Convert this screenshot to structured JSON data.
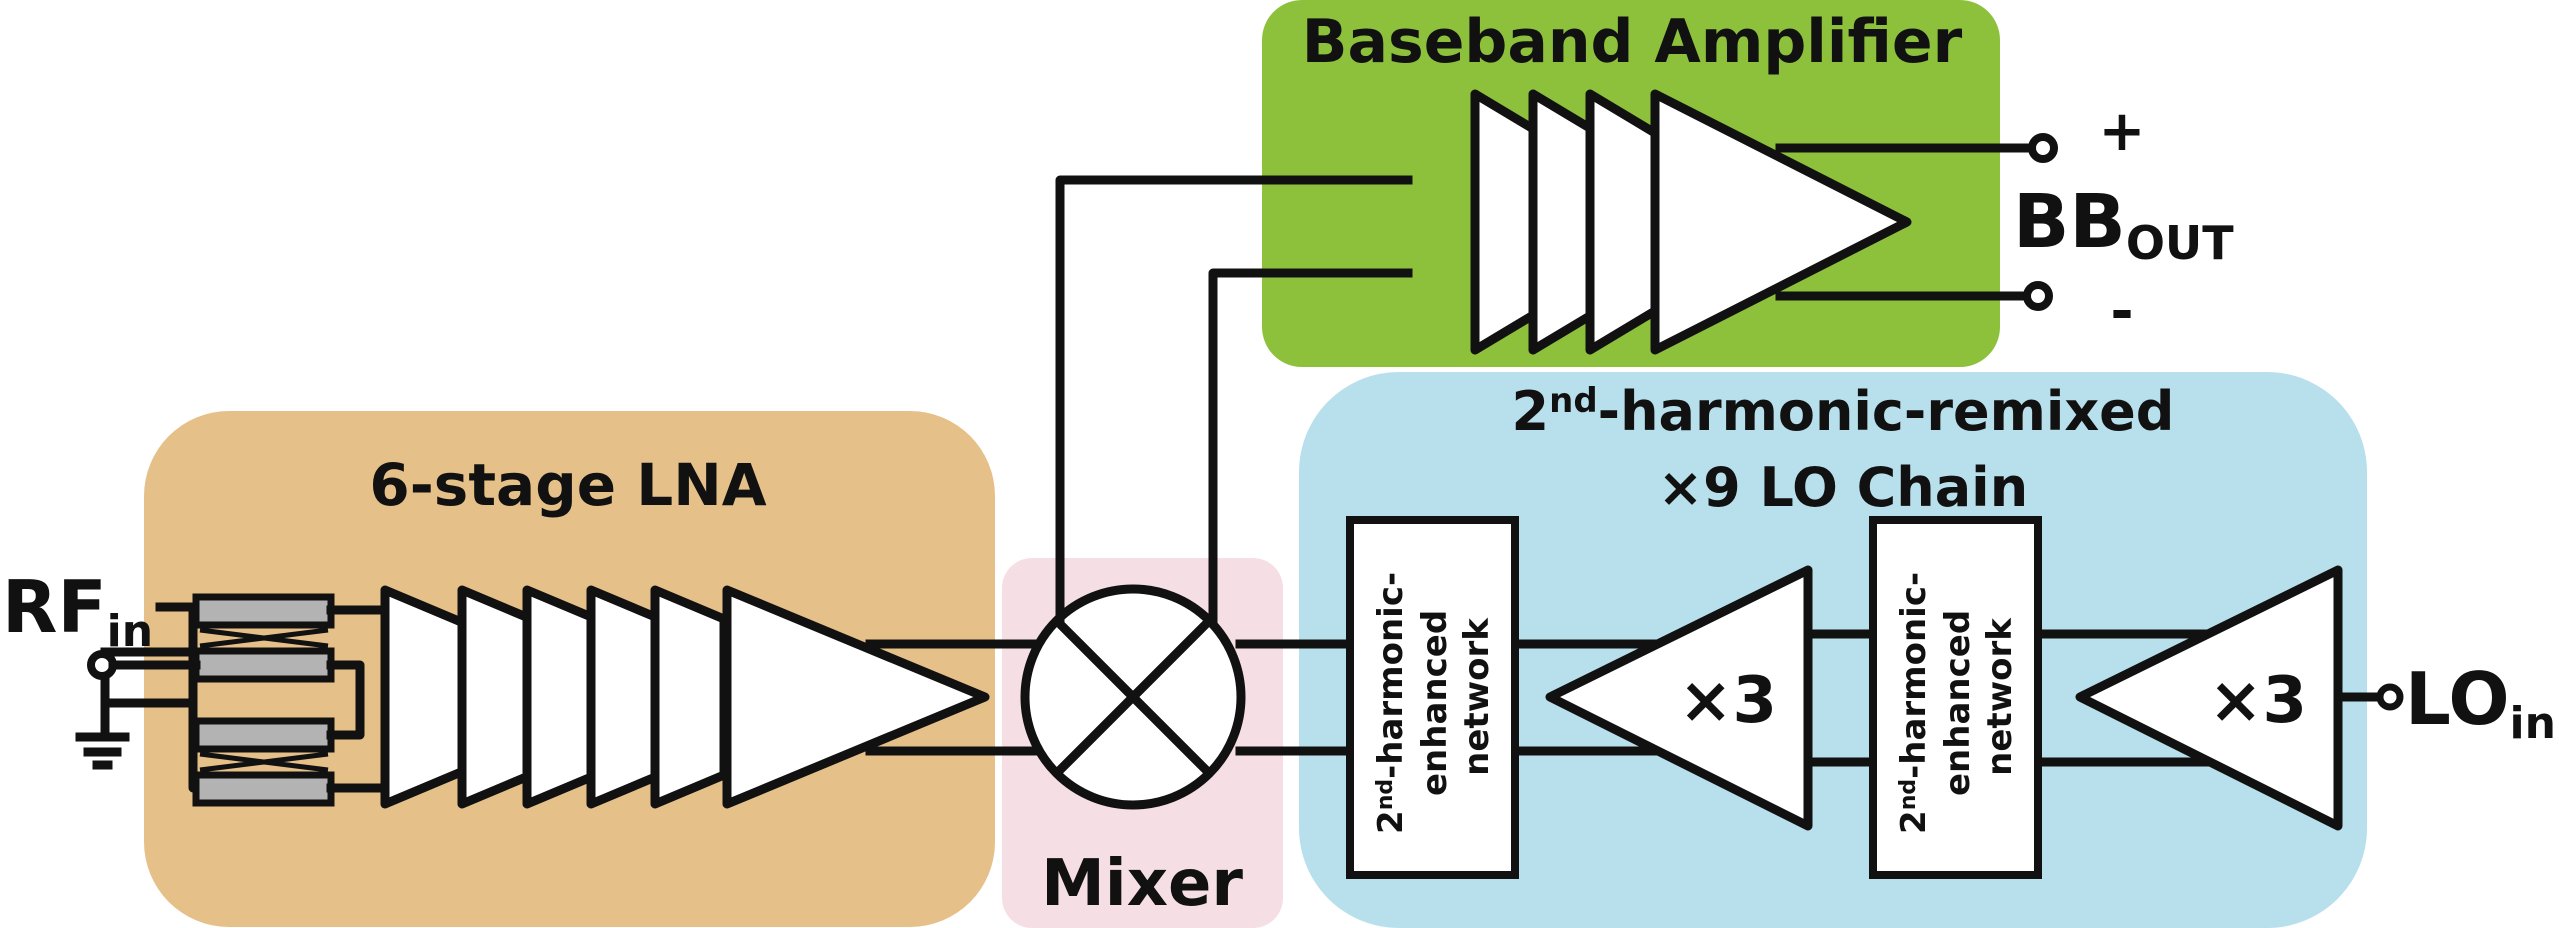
{
  "title": "Receiver block diagram",
  "colors": {
    "lna_bg": "#e6c089",
    "mixer_bg": "#f6dfe4",
    "bb_bg": "#8dc13c",
    "lo_bg": "#b8dfec",
    "line": "#111111",
    "transformer": "#b3b3b3"
  },
  "blocks": {
    "lna": {
      "title": "6-stage LNA",
      "stages": 6
    },
    "mixer": {
      "title": "Mixer"
    },
    "bb": {
      "title": "Baseband Amplifier",
      "stages": 4
    },
    "lo": {
      "title_line1_base": "2",
      "title_line1_sup": "nd",
      "title_line1_rest": "-harmonic-remixed",
      "title_line2": "×9 LO Chain",
      "network_line1_base": "2",
      "network_line1_sup": "nd",
      "network_line1_rest": "-harmonic-",
      "network_line2": "enhanced",
      "network_line3": "network",
      "multiplier_label": "×3"
    }
  },
  "ports": {
    "rf_in": {
      "main": "RF",
      "sub": "in"
    },
    "lo_in": {
      "main": "LO",
      "sub": "in"
    },
    "bb_out": {
      "main": "BB",
      "sub": "OUT",
      "plus": "+",
      "minus": "-"
    }
  }
}
